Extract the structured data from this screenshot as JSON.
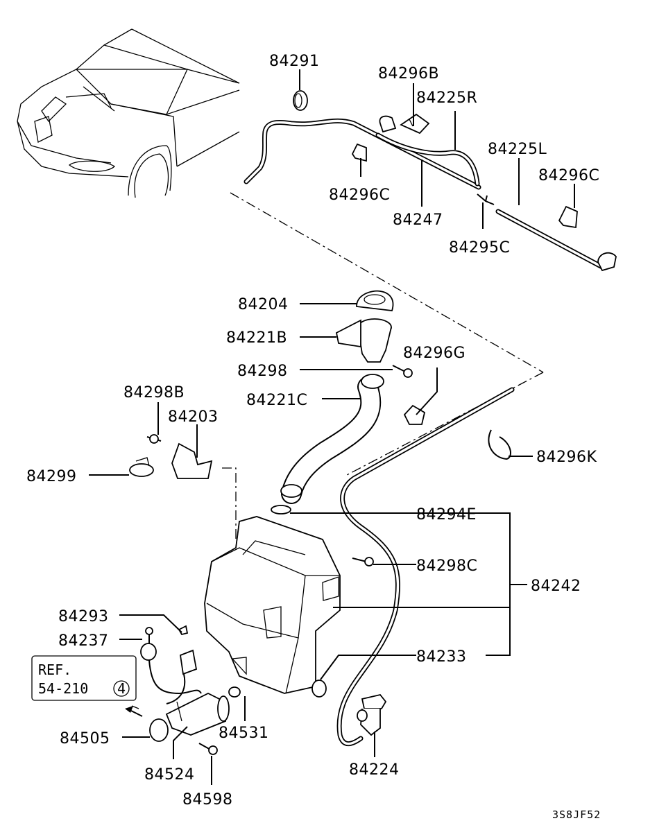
{
  "labels": {
    "p84291": "84291",
    "p84296B": "84296B",
    "p84225R": "84225R",
    "p84225L": "84225L",
    "p84296C_a": "84296C",
    "p84296C_b": "84296C",
    "p84247": "84247",
    "p84295C": "84295C",
    "p84204": "84204",
    "p84221B": "84221B",
    "p84298": "84298",
    "p84296G": "84296G",
    "p84298B": "84298B",
    "p84203": "84203",
    "p84221C": "84221C",
    "p84299": "84299",
    "p84296K": "84296K",
    "p84294E": "84294E",
    "p84298C": "84298C",
    "p84242": "84242",
    "p84293": "84293",
    "p84237": "84237",
    "p84233": "84233",
    "p84505": "84505",
    "p84531": "84531",
    "p84524": "84524",
    "p84224": "84224",
    "p84598": "84598"
  },
  "reference": {
    "line1": "REF.",
    "line2": "54-210",
    "circle": "4"
  },
  "drawing_code": "3S8JF52"
}
